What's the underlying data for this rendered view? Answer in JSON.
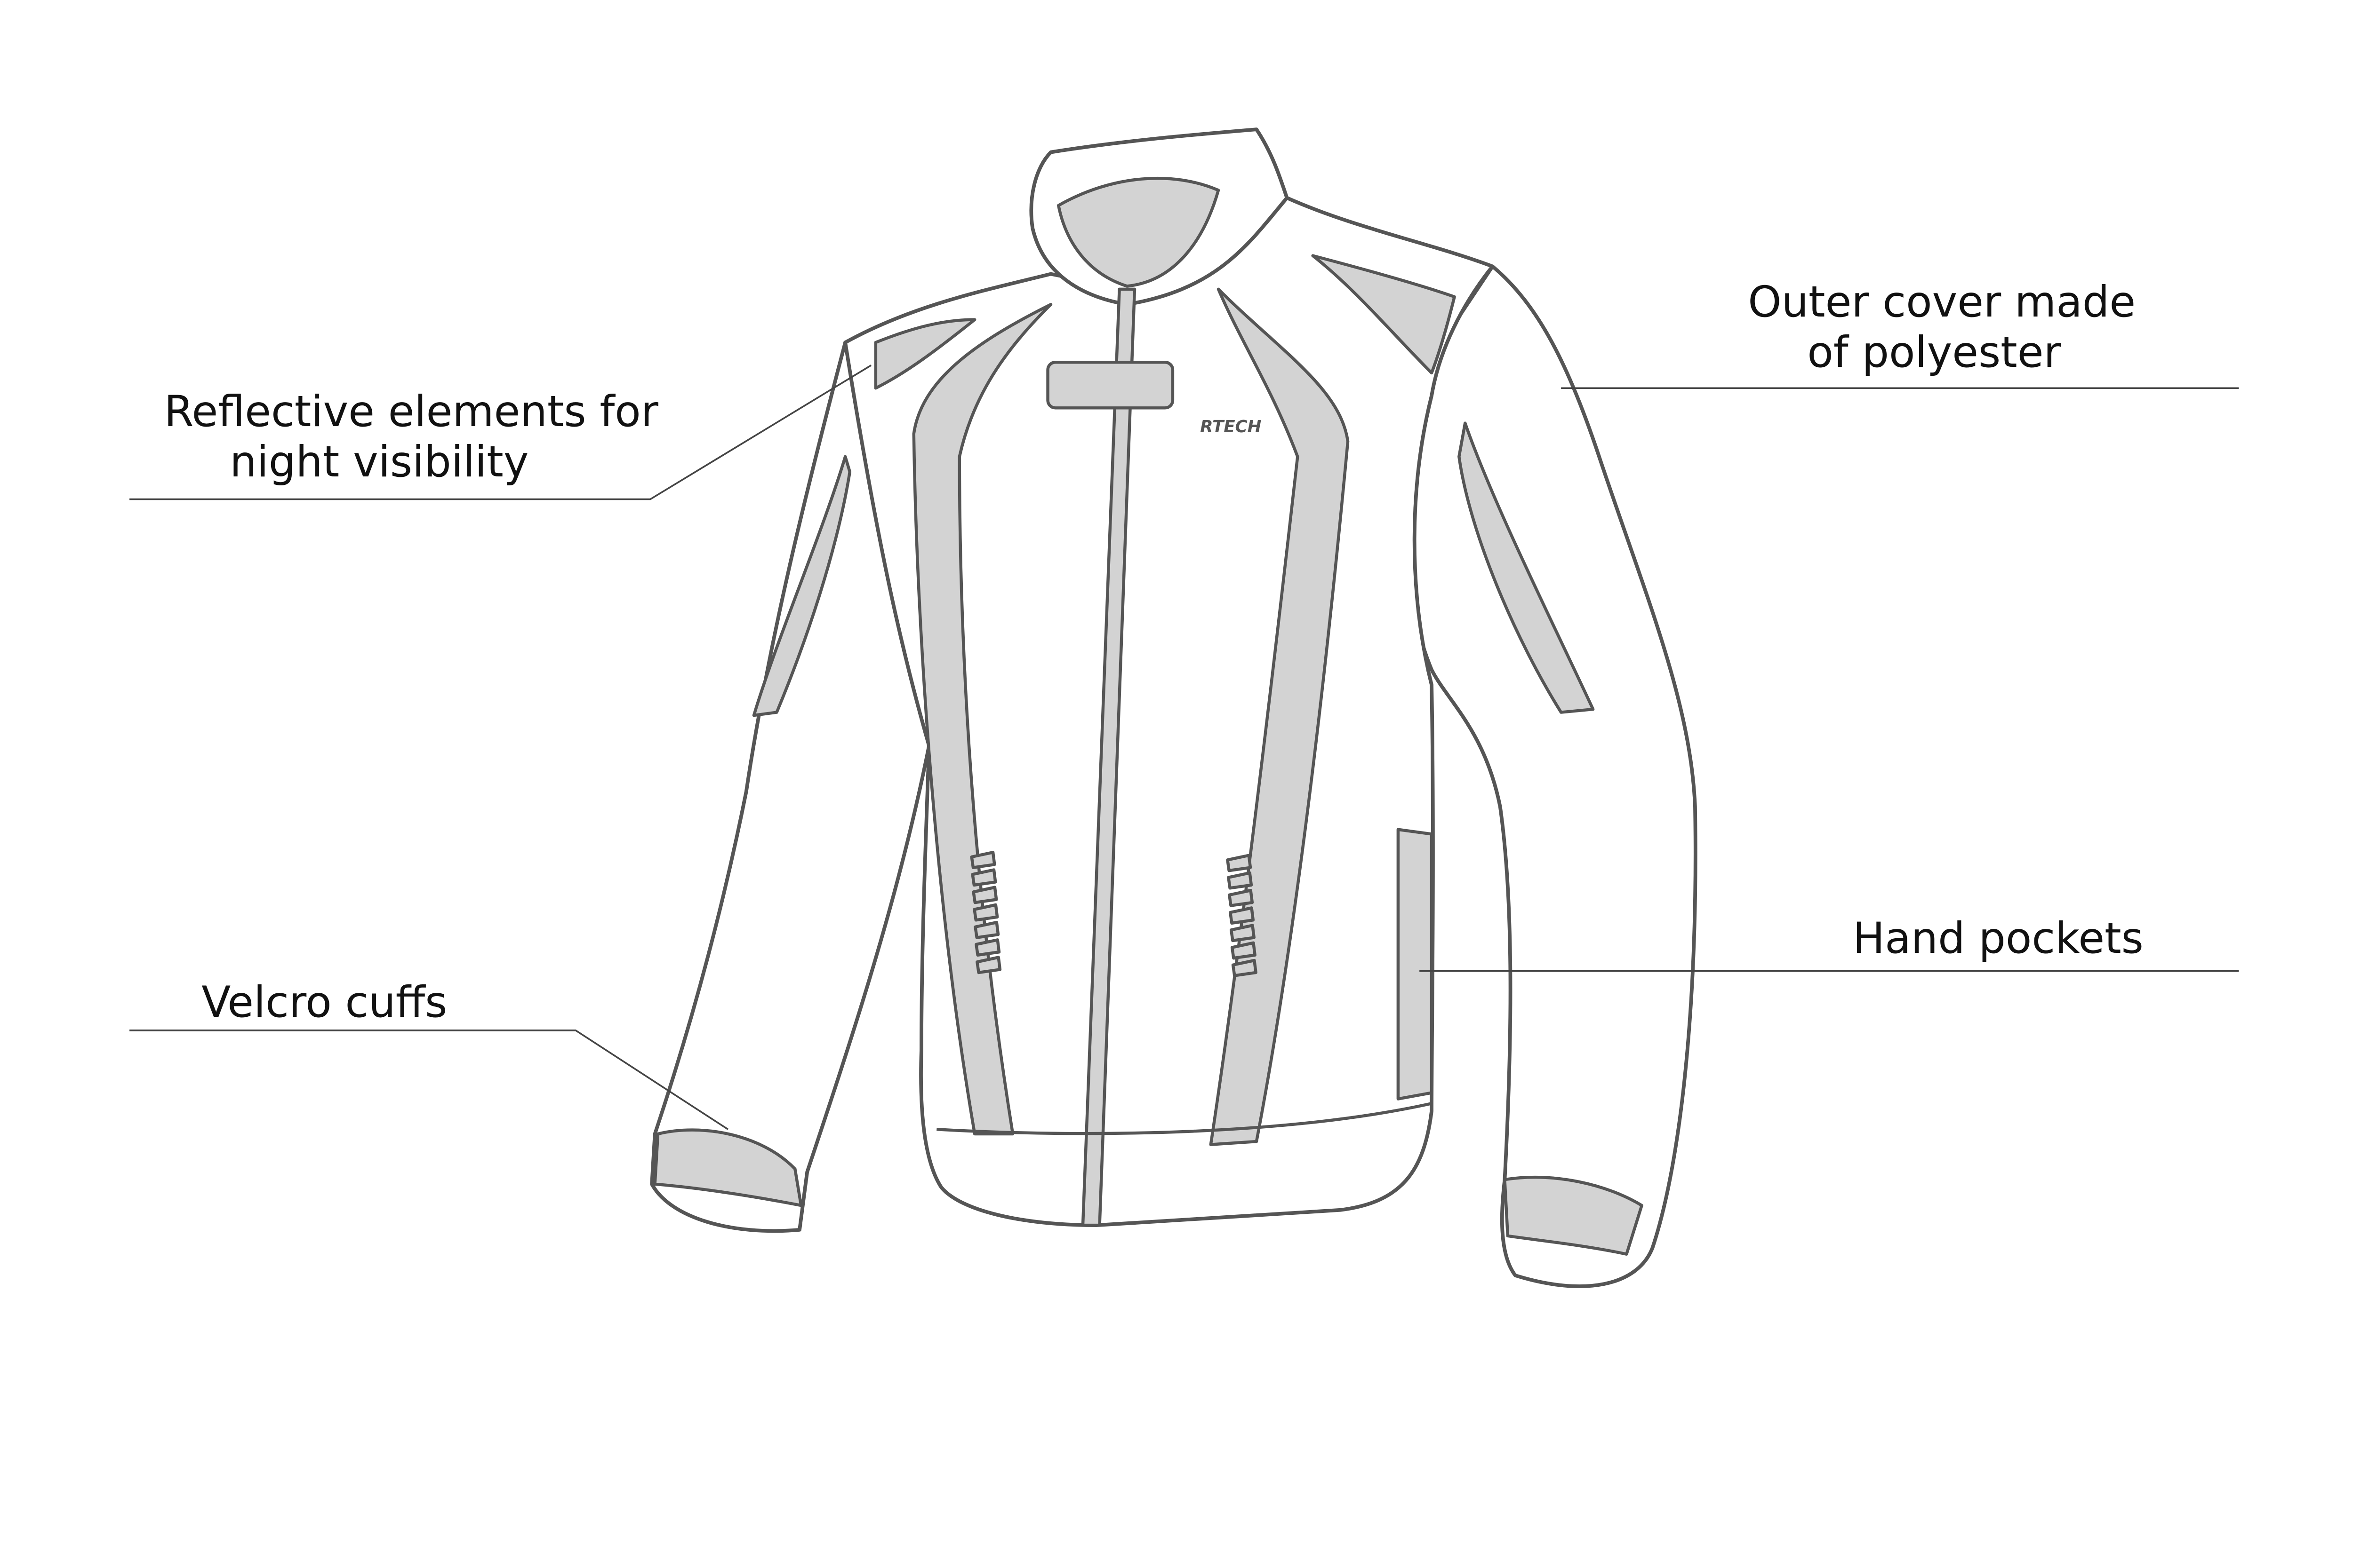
{
  "logo_text": "RTECH",
  "labels": {
    "reflective": [
      "Reflective elements for",
      "night visibility"
    ],
    "outer_cover": [
      "Outer cover made",
      "of polyester"
    ],
    "hand_pockets": "Hand pockets",
    "velcro_cuffs": "Velcro cuffs"
  },
  "colors": {
    "outline": "#555555",
    "panel": "#d3d3d3",
    "text": "#111111"
  }
}
